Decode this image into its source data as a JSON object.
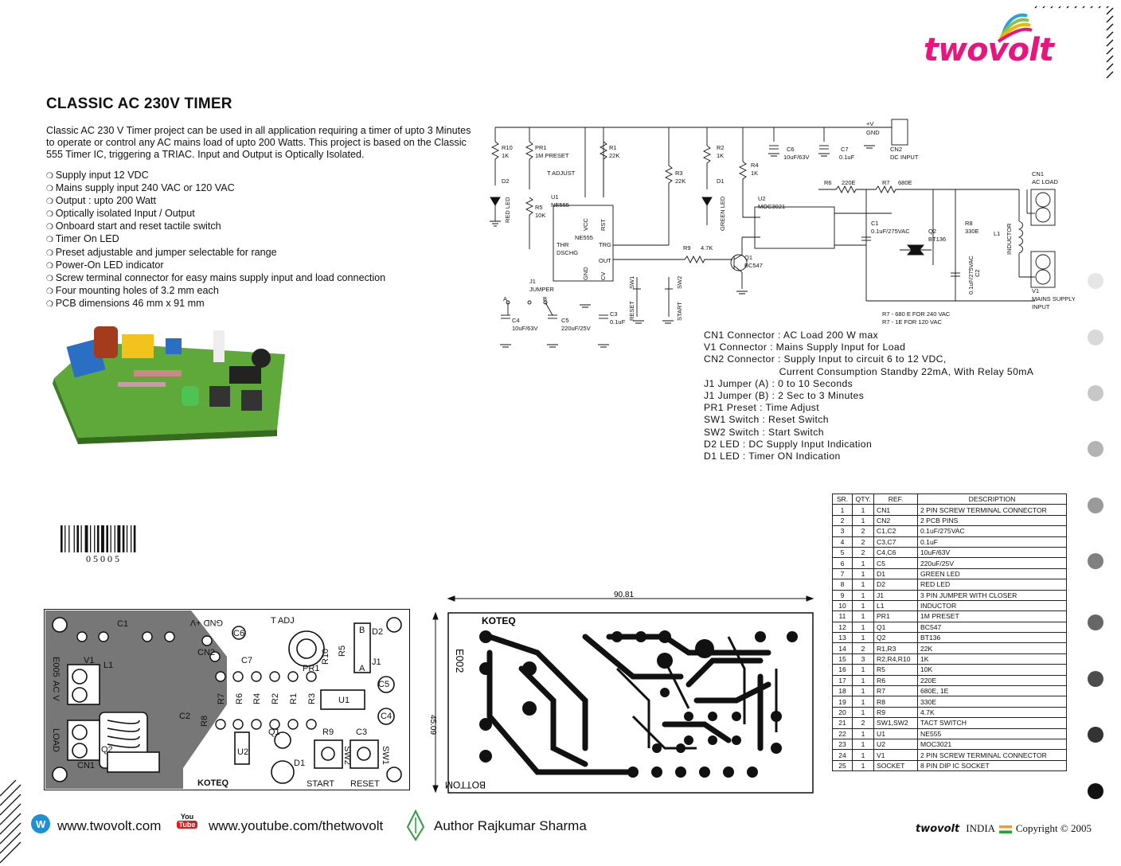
{
  "brand": {
    "logo_text": "twovolt",
    "footer_brand": "twovolt",
    "footer_country": "INDIA",
    "copyright": "Copyright © 2005"
  },
  "title": "CLASSIC AC 230V TIMER",
  "intro": "Classic AC 230 V Timer project can be used in all application requiring a timer of upto 3 Minutes to operate or control any AC mains load of upto 200 Watts.  This project is based on the Classic 555 Timer IC, triggering a TRIAC.  Input and Output is Optically Isolated.",
  "features": [
    "Supply input 12 VDC",
    "Mains supply input 240 VAC or 120 VAC",
    "Output : upto 200 Watt",
    "Optically isolated Input / Output",
    "Onboard start and reset tactile switch",
    "Timer On LED",
    "Preset adjustable and jumper selectable for range",
    "Power-On LED indicator",
    "Screw terminal connector for easy mains supply input and load connection",
    "Four mounting holes of 3.2 mm each",
    "PCB dimensions 46 mm x 91 mm"
  ],
  "barcode_number": "05005",
  "notes": [
    "CN1 Connector : AC Load 200 W max",
    "V1 Connector : Mains Supply Input for Load",
    "CN2 Connector : Supply Input to circuit 6 to 12 VDC,",
    "                         Current Consumption Standby 22mA, With Relay 50mA",
    "J1 Jumper (A) : 0 to 10 Seconds",
    "J1 Jumper (B) : 2 Sec to 3 Minutes",
    "PR1 Preset : Time Adjust",
    "SW1 Switch : Reset Switch",
    "SW2 Switch : Start Switch",
    "D2 LED : DC Supply Input Indication",
    "D1 LED : Timer ON Indication"
  ],
  "schematic": {
    "labels": {
      "r10": "R10",
      "r10v": "1K",
      "pr1": "PR1",
      "pr1v": "1M PRESET",
      "tadjust": "T ADJUST",
      "r1": "R1",
      "r1v": "22K",
      "r3": "R3",
      "r3v": "22K",
      "r2": "R2",
      "r2v": "1K",
      "r4": "R4",
      "r4v": "1K",
      "d2": "D2",
      "d2n": "RED LED",
      "d1": "D1",
      "d1n": "GREEN LED",
      "r5": "R5",
      "r5v": "10K",
      "u1": "U1",
      "u1v": "NE555",
      "ne": "NE555",
      "vcc": "VCC",
      "rst": "RST",
      "thr": "THR",
      "dschg": "DSCHG",
      "trg": "TRG",
      "out": "OUT",
      "gnd": "GND",
      "cv": "CV",
      "j1": "J1",
      "j1n": "JUMPER",
      "a": "A",
      "b": "B",
      "c4": "C4",
      "c4v": "10uF/63V",
      "c5": "C5",
      "c5v": "220uF/25V",
      "c3": "C3",
      "c3v": "0.1uF",
      "sw1": "SW1",
      "reset": "RESET",
      "sw2": "SW2",
      "start": "START",
      "r9": "R9",
      "r9v": "4.7K",
      "q1": "Q1",
      "q1v": "BC547",
      "c6": "C6",
      "c6v": "10uF/63V",
      "c7": "C7",
      "c7v": "0.1uF",
      "vplus": "+V",
      "gndl": "GND",
      "cn2": "CN2",
      "cn2n": "DC INPUT",
      "u2": "U2",
      "u2v": "MOC3021",
      "r6": "R6",
      "r6v": "220E",
      "r7": "R7",
      "r7v": "680E",
      "c1": "C1",
      "c1v": "0.1uF/275VAC",
      "q2": "Q2",
      "q2v": "BT136",
      "r8": "R8",
      "r8v": "330E",
      "c2": "C2",
      "c2v": "0.1uF/275VAC",
      "l1": "L1",
      "l1n": "INDUCTOR",
      "cn1": "CN1",
      "cn1n": "AC LOAD",
      "v1": "V1",
      "v1n": "MAINS SUPPLY",
      "v1n2": "INPUT",
      "r7note1": "R7 - 680 E FOR 240 VAC",
      "r7note2": "R7 - 1E FOR 120 VAC"
    }
  },
  "bom": {
    "headers": [
      "SR.",
      "QTY.",
      "REF.",
      "DESCRIPTION"
    ],
    "rows": [
      [
        "1",
        "1",
        "CN1",
        "2 PIN SCREW TERMINAL CONNECTOR"
      ],
      [
        "2",
        "1",
        "CN2",
        "2 PCB PINS"
      ],
      [
        "3",
        "2",
        "C1,C2",
        "0.1uF/275VAC"
      ],
      [
        "4",
        "2",
        "C3,C7",
        "0.1uF"
      ],
      [
        "5",
        "2",
        "C4,C6",
        "10uF/63V"
      ],
      [
        "6",
        "1",
        "C5",
        "220uF/25V"
      ],
      [
        "7",
        "1",
        "D1",
        "GREEN LED"
      ],
      [
        "8",
        "1",
        "D2",
        "RED LED"
      ],
      [
        "9",
        "1",
        "J1",
        "3 PIN JUMPER WITH CLOSER"
      ],
      [
        "10",
        "1",
        "L1",
        "INDUCTOR"
      ],
      [
        "11",
        "1",
        "PR1",
        "1M PRESET"
      ],
      [
        "12",
        "1",
        "Q1",
        "BC547"
      ],
      [
        "13",
        "1",
        "Q2",
        "BT136"
      ],
      [
        "14",
        "2",
        "R1,R3",
        "22K"
      ],
      [
        "15",
        "3",
        "R2,R4,R10",
        "1K"
      ],
      [
        "16",
        "1",
        "R5",
        "10K"
      ],
      [
        "17",
        "1",
        "R6",
        "220E"
      ],
      [
        "18",
        "1",
        "R7",
        "680E, 1E"
      ],
      [
        "19",
        "1",
        "R8",
        "330E"
      ],
      [
        "20",
        "1",
        "R9",
        "4.7K"
      ],
      [
        "21",
        "2",
        "SW1,SW2",
        "TACT SWITCH"
      ],
      [
        "22",
        "1",
        "U1",
        "NE555"
      ],
      [
        "23",
        "1",
        "U2",
        "MOC3021"
      ],
      [
        "24",
        "1",
        "V1",
        "2 PIN SCREW TERMINAL CONNECTOR"
      ],
      [
        "25",
        "1",
        "SOCKET",
        "8 PIN DIP IC SOCKET"
      ]
    ]
  },
  "silkscreen": {
    "labels": {
      "code": "E005",
      "c1": "C1",
      "gnd": "GND +V",
      "tadj": "T ADJ",
      "c6": "C6",
      "cn2": "CN2",
      "c7": "C7",
      "pr1": "PR1",
      "r10": "R10",
      "r5": "R5",
      "b": "B",
      "a": "A",
      "d2": "D2",
      "j1": "J1",
      "v1": "V1",
      "l1": "L1",
      "ac": "AC V",
      "load": "LOAD",
      "cn1": "CN1",
      "c2": "C2",
      "r8": "R8",
      "r7": "R7",
      "r6": "R6",
      "r4": "R4",
      "r2": "R2",
      "r1": "R1",
      "r3": "R3",
      "u1": "U1",
      "c5": "C5",
      "c4": "C4",
      "q1": "Q1",
      "r9": "R9",
      "c3": "C3",
      "u2": "U2",
      "q2": "Q2",
      "d1": "D1",
      "sw2": "SW2",
      "sw1": "SW1",
      "start": "START",
      "reset": "RESET",
      "koteq": "KOTEQ"
    }
  },
  "copper": {
    "koteq": "KOTEQ",
    "code": "E002",
    "bottom": "BOTTOM",
    "width": "90.81",
    "height": "45.09"
  },
  "footer": {
    "website": "www.twovolt.com",
    "youtube": "www.youtube.com/thetwovolt",
    "author": "Author Rajkumar Sharma",
    "yt_top": "You",
    "yt_bottom": "Tube"
  },
  "colors": {
    "brand_pink": "#e8157f",
    "dots": [
      "#e6e6e6",
      "#d9d9d9",
      "#c7c7c7",
      "#b3b3b3",
      "#9a9a9a",
      "#808080",
      "#666666",
      "#4d4d4d",
      "#333333",
      "#111111"
    ]
  }
}
